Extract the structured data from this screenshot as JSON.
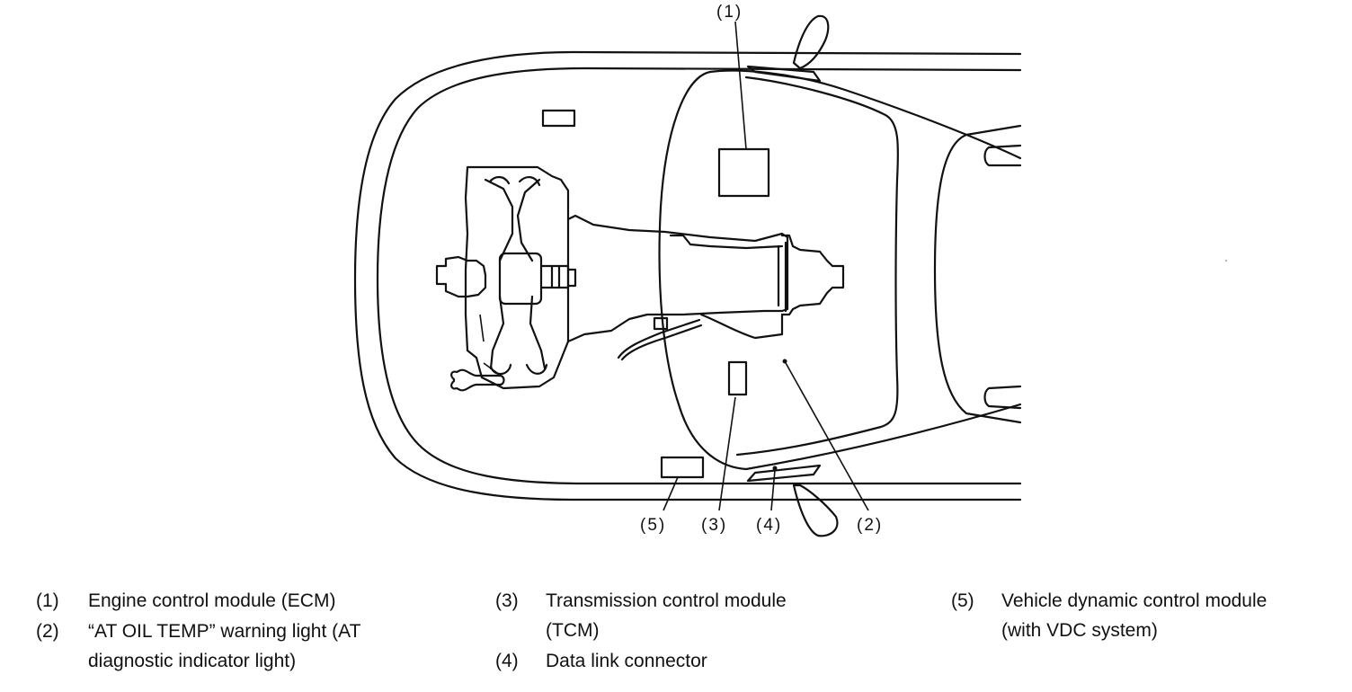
{
  "callouts": {
    "c1": "(1)",
    "c2": "(2)",
    "c3": "(3)",
    "c4": "(4)",
    "c5": "(5)"
  },
  "legend": [
    {
      "num": "(1)",
      "lines": [
        "Engine control module (ECM)"
      ]
    },
    {
      "num": "(2)",
      "lines": [
        "“AT OIL TEMP” warning light (AT",
        "diagnostic indicator light)"
      ]
    },
    {
      "num": "(3)",
      "lines": [
        "Transmission control module",
        "(TCM)"
      ]
    },
    {
      "num": "(4)",
      "lines": [
        "Data link connector"
      ]
    },
    {
      "num": "(5)",
      "lines": [
        "Vehicle dynamic control module",
        "(with VDC system)"
      ]
    }
  ]
}
